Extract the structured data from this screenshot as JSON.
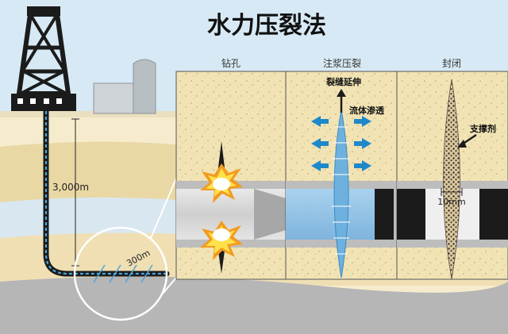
{
  "title": "水力压裂法",
  "panels": {
    "drilling": {
      "label": "钻孔"
    },
    "grouting": {
      "label": "注浆压裂"
    },
    "sealing": {
      "label": "封闭"
    }
  },
  "annotations": {
    "depth": "3,000m",
    "lateral": "300m",
    "crack_extension": "裂缝延伸",
    "fluid_seepage": "流体渗透",
    "proppant": "支撑剂",
    "width": "10mm"
  },
  "colors": {
    "sky": "#d7e9f4",
    "sand": "#f1e3b4",
    "gray_band": "#bdbdbd",
    "water": "#8fbfe0",
    "arrow_blue": "#1f88c9"
  }
}
